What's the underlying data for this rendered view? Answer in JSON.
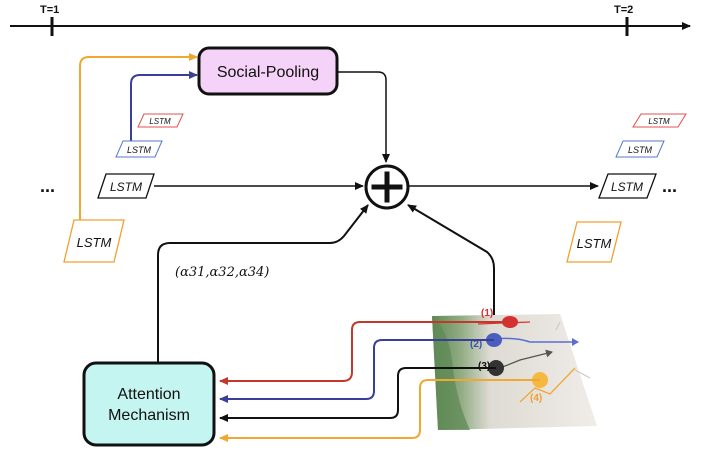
{
  "timeline": {
    "t1_label": "T=1",
    "t2_label": "T=2"
  },
  "social_pooling": {
    "label": "Social-Pooling",
    "fill": "#f5d2f7"
  },
  "attention": {
    "line1": "Attention",
    "line2": "Mechanism",
    "fill": "#c4f5f0"
  },
  "ellipsis": "...",
  "lstm": {
    "label": "LSTM"
  },
  "alpha_label": "(α31,α32,α34)",
  "sum_symbol": "+",
  "scene_labels": {
    "agent1": "(1)",
    "agent2": "(2)",
    "agent3": "(3)",
    "agent4": "(4)"
  },
  "colors": {
    "red": "#c0392b",
    "blue": "#3a3f9a",
    "orange": "#f0a830",
    "black": "#111111",
    "lstm_red": "#e05050",
    "lstm_blue": "#5577cc",
    "lstm_orange": "#f0a030"
  }
}
